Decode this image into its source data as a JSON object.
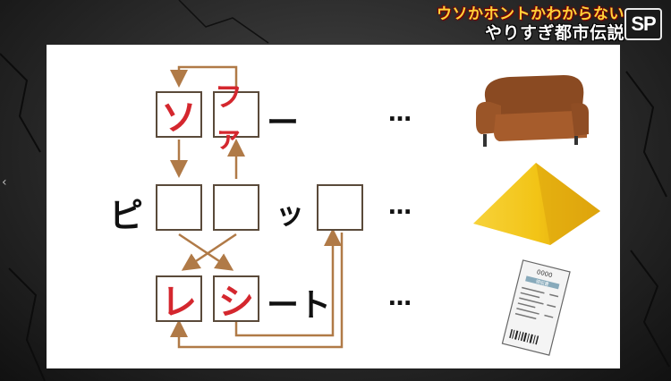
{
  "logo": {
    "line1": "ウソかホントかわからない",
    "line2": "やりすぎ都市伝説",
    "badge": "SP"
  },
  "puzzle": {
    "row1": {
      "boxes": [
        "ソ",
        "ファ"
      ],
      "suffix": "ー",
      "dots": "…",
      "icon": "sofa-icon"
    },
    "row2": {
      "prefix": "ピ",
      "boxes": [
        "",
        ""
      ],
      "middle": "ッ",
      "boxes_after": [
        ""
      ],
      "dots": "…",
      "icon": "gold-pyramid-icon"
    },
    "row3": {
      "boxes": [
        "レ",
        "シ"
      ],
      "suffix": "ート",
      "dots": "…",
      "icon": "receipt-icon"
    }
  },
  "receipt_text": {
    "header": "0000",
    "label": "領収書"
  },
  "colors": {
    "arrow": "#b07a47",
    "box_text": "#d4272e",
    "logo_yellow": "#ffd23a"
  }
}
